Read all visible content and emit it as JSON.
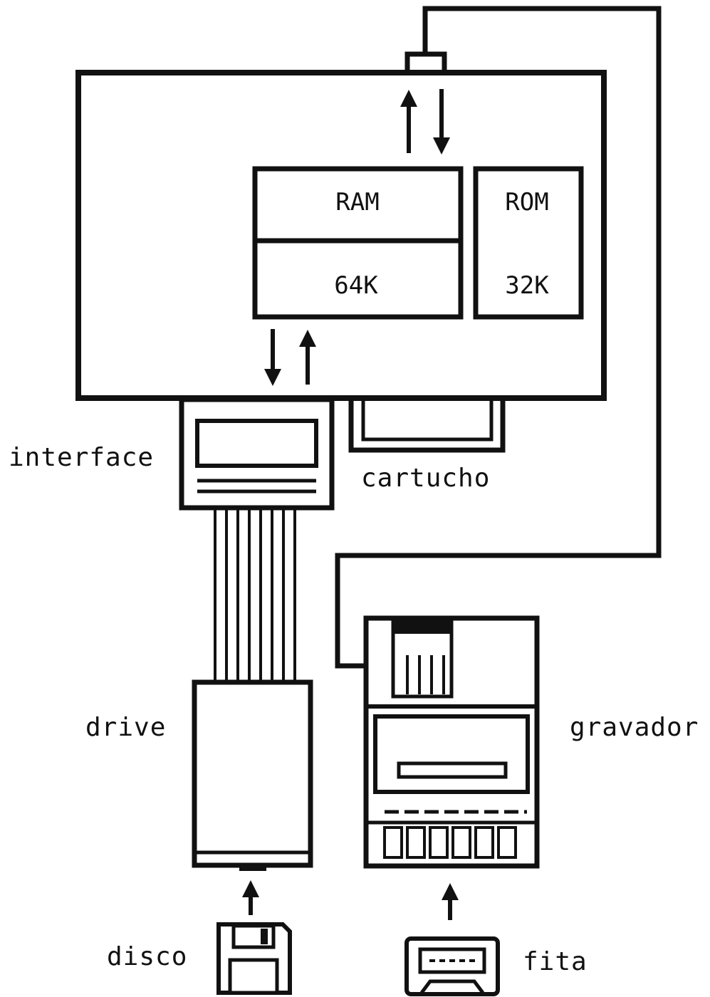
{
  "colors": {
    "ink": "#111111",
    "paper": "#ffffff"
  },
  "memory": {
    "ram": {
      "name": "RAM",
      "size": "64K"
    },
    "rom": {
      "name": "ROM",
      "size": "32K"
    }
  },
  "labels": {
    "interface": "interface",
    "cartucho": "cartucho",
    "drive": "drive",
    "gravador": "gravador",
    "disco": "disco",
    "fita": "fita"
  },
  "icons": [
    "arrow-up-icon",
    "arrow-down-icon",
    "floppy-disk-icon",
    "cassette-tape-icon"
  ]
}
